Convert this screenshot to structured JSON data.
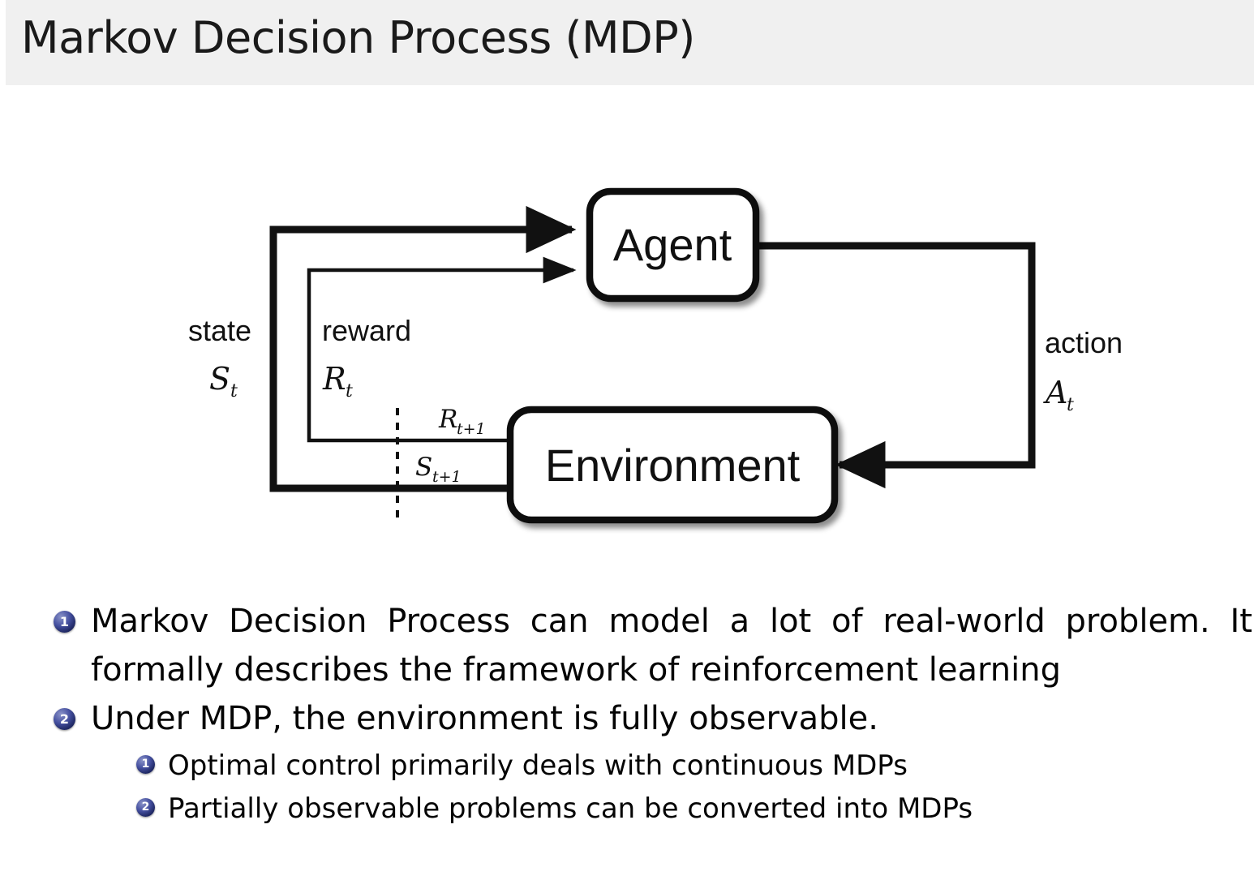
{
  "slide": {
    "title": "Markov Decision Process (MDP)",
    "background": "#ffffff",
    "title_bar_color": "#f0f0f0"
  },
  "diagram": {
    "name": "agent-environment-interaction-loop",
    "nodes": [
      {
        "id": "agent",
        "label": "Agent"
      },
      {
        "id": "environment",
        "label": "Environment"
      }
    ],
    "edges": [
      {
        "id": "state",
        "word": "state",
        "symbol": "S",
        "subscript": "t",
        "from": "environment",
        "to": "agent",
        "weight": "thick"
      },
      {
        "id": "reward",
        "word": "reward",
        "symbol": "R",
        "subscript": "t",
        "from": "environment",
        "to": "agent",
        "weight": "thin"
      },
      {
        "id": "action",
        "word": "action",
        "symbol": "A",
        "subscript": "t",
        "from": "agent",
        "to": "environment",
        "weight": "thick"
      },
      {
        "id": "reward-next",
        "symbol": "R",
        "subscript": "t+1",
        "from": "environment",
        "to": "boundary",
        "weight": "thin"
      },
      {
        "id": "state-next",
        "symbol": "S",
        "subscript": "t+1",
        "from": "environment",
        "to": "boundary",
        "weight": "thick"
      }
    ],
    "labels": {
      "state_word": "state",
      "state_sym": "S",
      "state_sub": "t",
      "reward_word": "reward",
      "reward_sym": "R",
      "reward_sub": "t",
      "action_word": "action",
      "action_sym": "A",
      "action_sub": "t",
      "reward_next_sym": "R",
      "reward_next_sub": "t+1",
      "state_next_sym": "S",
      "state_next_sub": "t+1"
    },
    "colors": {
      "stroke": "#111111",
      "fill": "#ffffff"
    }
  },
  "bullets": {
    "marker_color": "#252d6e",
    "items": [
      {
        "number": "1",
        "level": 1,
        "text": "Markov Decision Process can model a lot of real-world problem. It formally describes the framework of reinforcement learning"
      },
      {
        "number": "2",
        "level": 1,
        "text": "Under MDP, the environment is fully observable."
      },
      {
        "number": "1",
        "level": 2,
        "text": "Optimal control primarily deals with continuous MDPs"
      },
      {
        "number": "2",
        "level": 2,
        "text": "Partially observable problems can be converted into MDPs"
      }
    ]
  }
}
